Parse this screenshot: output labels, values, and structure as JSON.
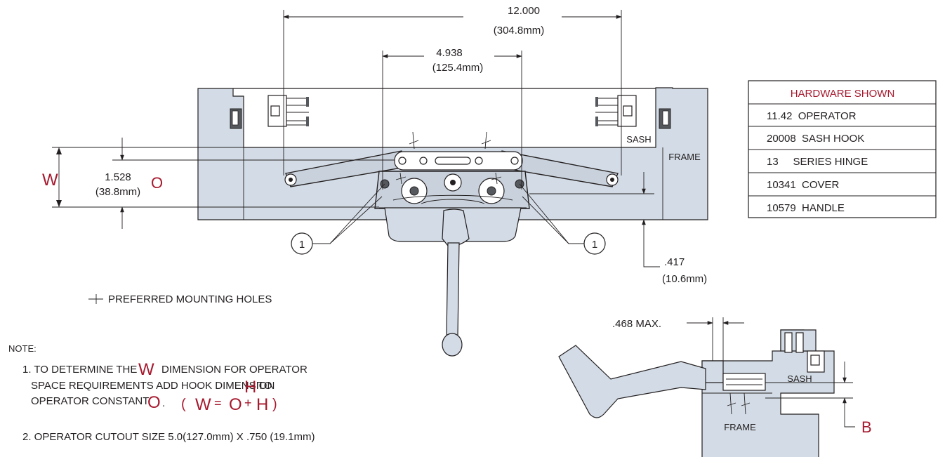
{
  "dimensions": {
    "overall_width": "12.000",
    "overall_width_mm": "(304.8mm)",
    "hinge_span": "4.938",
    "hinge_span_mm": "(125.4mm)",
    "operator_constant": "1.528",
    "operator_constant_mm": "(38.8mm)",
    "offset": ".417",
    "offset_mm": "(10.6mm)",
    "max_clearance": ".468 MAX."
  },
  "symbols": {
    "w": "W",
    "o": "O",
    "h": "H",
    "b": "B",
    "callout": "1"
  },
  "labels": {
    "sash": "SASH",
    "frame": "FRAME",
    "mounting_holes": "PREFERRED MOUNTING HOLES",
    "detail_sash": "SASH",
    "detail_frame": "FRAME"
  },
  "hardware_table": {
    "header": "HARDWARE SHOWN",
    "rows": [
      "11.42  OPERATOR",
      "20008  SASH HOOK",
      "13     SERIES HINGE",
      "10341  COVER",
      "10579  HANDLE"
    ]
  },
  "notes": {
    "heading": "NOTE:",
    "note1_a": "1. TO DETERMINE THE",
    "note1_b": "DIMENSION FOR OPERATOR",
    "note1_c": "SPACE REQUIREMENTS ADD HOOK DIMENSION",
    "note1_d": "TO",
    "note1_e": "OPERATOR CONSTANT",
    "note1_f": ".",
    "formula_open": "(",
    "formula_eq": "=",
    "formula_plus": "+",
    "formula_close": ")",
    "note2": "2. OPERATOR CUTOUT SIZE 5.0(127.0mm) X .750 (19.1mm)"
  },
  "colors": {
    "accent": "#a6192e",
    "part_fill": "#d3dce6",
    "line": "#231f20"
  }
}
